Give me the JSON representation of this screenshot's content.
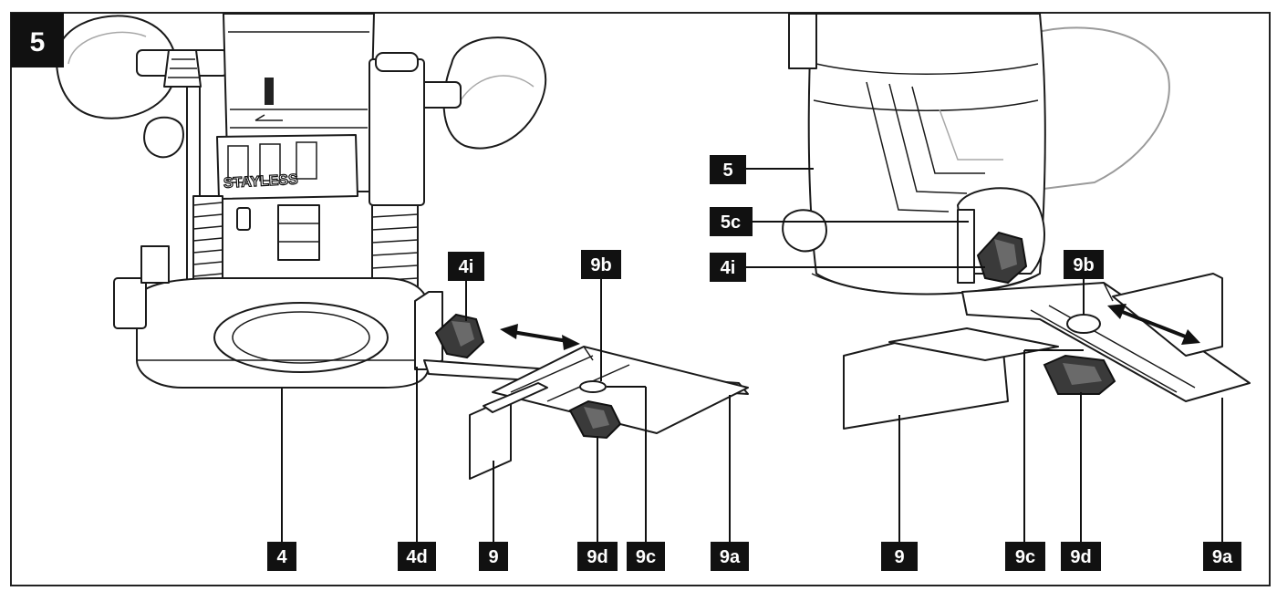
{
  "figure": {
    "number": "5",
    "colors": {
      "label_bg": "#111111",
      "label_fg": "#ffffff",
      "line": "#1a1a1a",
      "knob": "#3a3a3a"
    }
  },
  "labels": {
    "left": {
      "c4": "4",
      "c4d": "4d",
      "c4i": "4i",
      "c9": "9",
      "c9a": "9a",
      "c9b": "9b",
      "c9c": "9c",
      "c9d": "9d"
    },
    "right": {
      "c5": "5",
      "c5c": "5c",
      "c4i": "4i",
      "c9": "9",
      "c9a": "9a",
      "c9b": "9b",
      "c9c": "9c",
      "c9d": "9d"
    }
  },
  "base_lettering": "STAYLESS"
}
